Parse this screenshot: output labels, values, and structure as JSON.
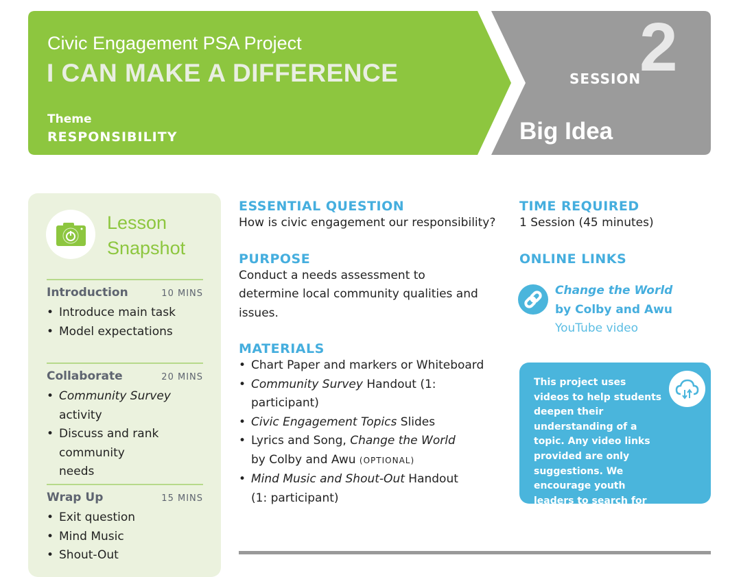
{
  "header": {
    "subtitle": "Civic Engagement PSA Project",
    "title": "I CAN MAKE A DIFFERENCE",
    "theme_label": "Theme",
    "theme_value": "RESPONSIBILITY",
    "session_label": "SESSION",
    "session_number": "2",
    "big_idea": "Big Idea",
    "colors": {
      "green": "#8dc63f",
      "gray": "#9b9b9b"
    }
  },
  "snapshot": {
    "title_line1": "Lesson",
    "title_line2": "Snapshot",
    "icon": "camera-power-icon",
    "sections": [
      {
        "title": "Introduction",
        "mins": "10 MINS",
        "items": [
          "Introduce main task",
          "Model expectations"
        ]
      },
      {
        "title": "Collaborate",
        "mins": "20 MINS",
        "items_html": [
          [
            "Community Survey",
            " activity"
          ],
          [
            "",
            "Discuss and rank community needs"
          ]
        ]
      },
      {
        "title": "Wrap Up",
        "mins": "15 MINS",
        "items": [
          "Exit question",
          "Mind Music",
          "Shout-Out"
        ]
      }
    ]
  },
  "essential": {
    "heading": "ESSENTIAL QUESTION",
    "text": "How is civic engagement our responsibility?"
  },
  "purpose": {
    "heading": "PURPOSE",
    "text": "Conduct a needs assessment to determine local community qualities and issues."
  },
  "materials": {
    "heading": "MATERIALS",
    "items": [
      {
        "italic": "",
        "text": "Chart Paper and markers or Whiteboard"
      },
      {
        "italic": "Community Survey",
        "text": " Handout (1: participant)"
      },
      {
        "italic": "Civic Engagement Topics",
        "text": " Slides"
      },
      {
        "pre": "Lyrics and Song, ",
        "italic": "Change the World",
        "text": " by Colby and Awu ",
        "small": "(OPTIONAL)"
      },
      {
        "italic": "Mind Music and Shout-Out",
        "text": " Handout (1: participant)"
      }
    ]
  },
  "time": {
    "heading": "TIME REQUIRED",
    "text": "1 Session (45 minutes)"
  },
  "links": {
    "heading": "ONLINE LINKS",
    "title": "Change the World",
    "author": "by Colby and Awu",
    "type": "YouTube video"
  },
  "note": {
    "text": "This project uses videos to help students deepen their understanding of a topic. Any video links provided are only suggestions. We encourage youth leaders to search for videos on sites that they deem safe, engaging, and relevant."
  }
}
